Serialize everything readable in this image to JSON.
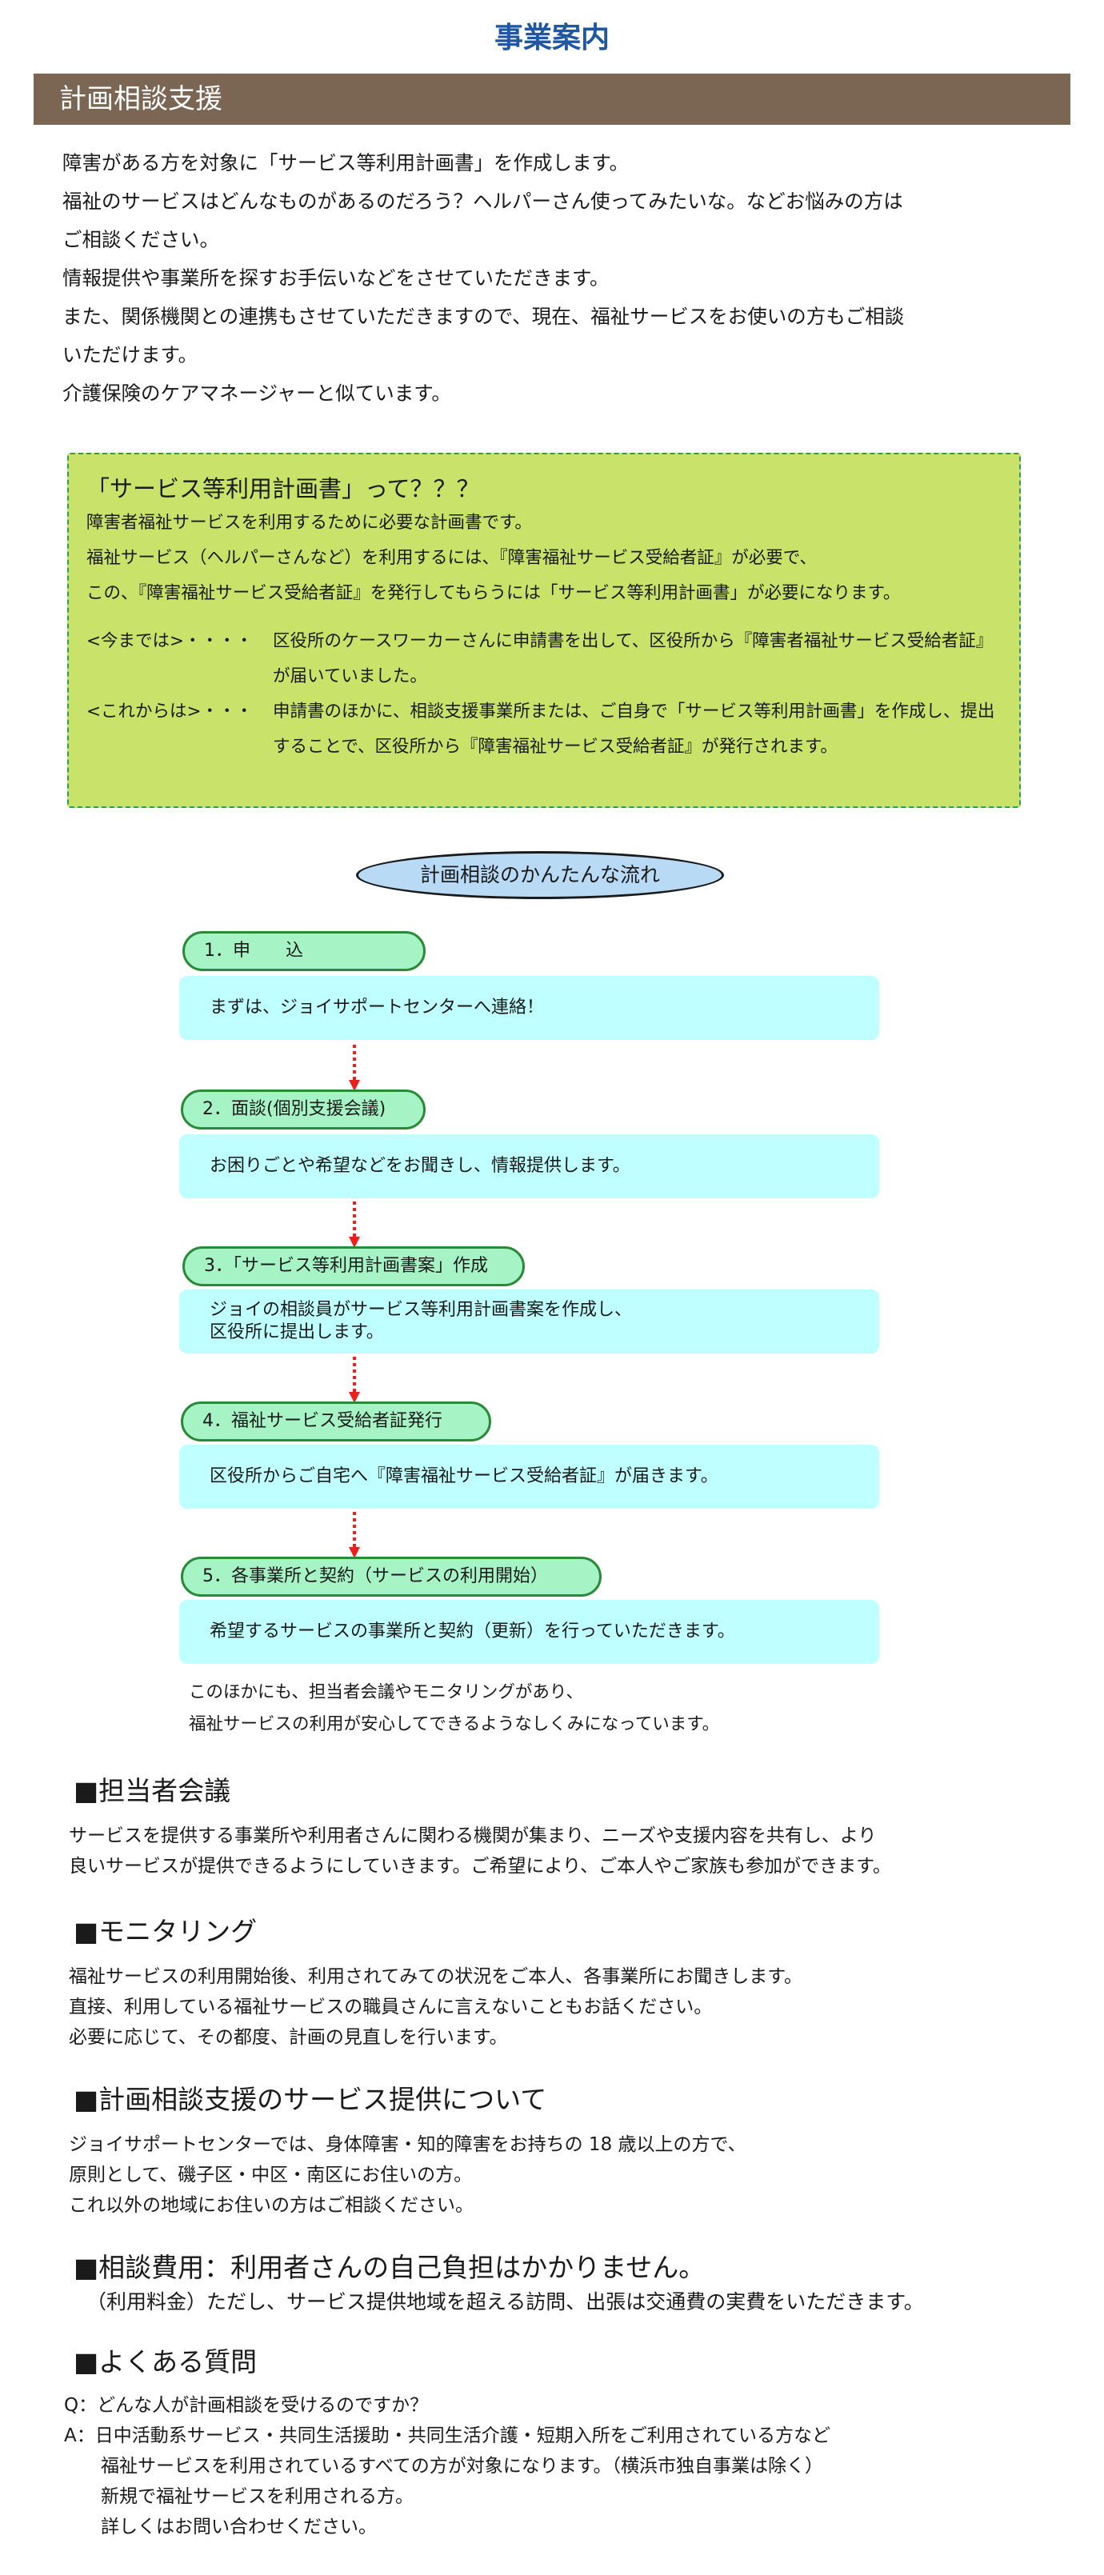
{
  "page_title": "事業案内",
  "section_header": "計画相談支援",
  "intro": [
    "障害がある方を対象に「サービス等利用計画書」を作成します。",
    "福祉のサービスはどんなものがあるのだろう？ヘルパーさん使ってみたいな。などお悩みの方は",
    "ご相談ください。",
    "情報提供や事業所を探すお手伝いなどをさせていただきます。",
    "また、関係機関との連携もさせていただきますので、現在、福祉サービスをお使いの方もご相談",
    "いただけます。",
    "介護保険のケアマネージャーと似ています。"
  ],
  "info_box": {
    "title": "「サービス等利用計画書」って？？？",
    "lines": [
      "障害者福祉サービスを利用するために必要な計画書です。",
      "福祉サービス（ヘルパーさんなど）を利用するには、『障害福祉サービス受給者証』が必要で、",
      "この、『障害福祉サービス受給者証』を発行してもらうには「サービス等利用計画書」が必要になります。"
    ],
    "before_label": "<今までは>・・・・",
    "before_text": "区役所のケースワーカーさんに申請書を出して、区役所から『障害者福祉サービス受給者証』が届いていました。",
    "after_label": "<これからは>・・・",
    "after_text": "申請書のほかに、相談支援事業所または、ご自身で「サービス等利用計画書」を作成し、提出することで、区役所から『障害福祉サービス受給者証』が発行されます。"
  },
  "flow": {
    "title": "計画相談のかんたんな流れ",
    "steps": [
      {
        "label": "1．申　　込",
        "text": "まずは、ジョイサポートセンターへ連絡！"
      },
      {
        "label": "2．面談(個別支援会議)",
        "text": "お困りごとや希望などをお聞きし、情報提供します。"
      },
      {
        "label": "3．「サービス等利用計画書案」作成",
        "text": "ジョイの相談員がサービス等利用計画書案を作成し、\n区役所に提出します。"
      },
      {
        "label": "4．福祉サービス受給者証発行",
        "text": "区役所からご自宅へ『障害福祉サービス受給者証』が届きます。"
      },
      {
        "label": "5．各事業所と契約（サービスの利用開始）",
        "text": "希望するサービスの事業所と契約（更新）を行っていただきます。"
      }
    ],
    "note": [
      "このほかにも、担当者会議やモニタリングがあり、",
      "福祉サービスの利用が安心してできるようなしくみになっています。"
    ]
  },
  "sections": {
    "meeting": {
      "heading": "■担当者会議",
      "lines": [
        "サービスを提供する事業所や利用者さんに関わる機関が集まり、ニーズや支援内容を共有し、より",
        "良いサービスが提供できるようにしていきます。ご希望により、ご本人やご家族も参加ができます。"
      ]
    },
    "monitoring": {
      "heading": "■モニタリング",
      "lines": [
        "福祉サービスの利用開始後、利用されてみての状況をご本人、各事業所にお聞きします。",
        "直接、利用している福祉サービスの職員さんに言えないこともお話ください。",
        "必要に応じて、その都度、計画の見直しを行います。"
      ]
    },
    "provision": {
      "heading": "■計画相談支援のサービス提供について",
      "lines": [
        "ジョイサポートセンターでは、身体障害・知的障害をお持ちの 18 歳以上の方で、",
        "原則として、磯子区・中区・南区にお住いの方。",
        "これ以外の地域にお住いの方はご相談ください。"
      ]
    },
    "fee": {
      "heading": "■相談費用：利用者さんの自己負担はかかりません。",
      "sub": "（利用料金）ただし、サービス提供地域を超える訪問、出張は交通費の実費をいただきます。"
    },
    "faq": {
      "heading": "■よくある質問",
      "lines": [
        "Q：どんな人が計画相談を受けるのですか？",
        "A：日中活動系サービス・共同生活援助・共同生活介護・短期入所をご利用されている方など",
        "　　福祉サービスを利用されているすべての方が対象になります。（横浜市独自事業は除く）",
        "　　新規で福祉サービスを利用される方。",
        "　　詳しくはお問い合わせください。"
      ]
    }
  },
  "colors": {
    "title_blue": "#1f57a4",
    "header_brown": "#7a6653",
    "box_green": "#c8e26a",
    "label_green": "#a6f4c6",
    "step_cyan": "#bfffff",
    "arrow_red": "#e8211c",
    "flow_title_blue": "#b9daf5"
  }
}
